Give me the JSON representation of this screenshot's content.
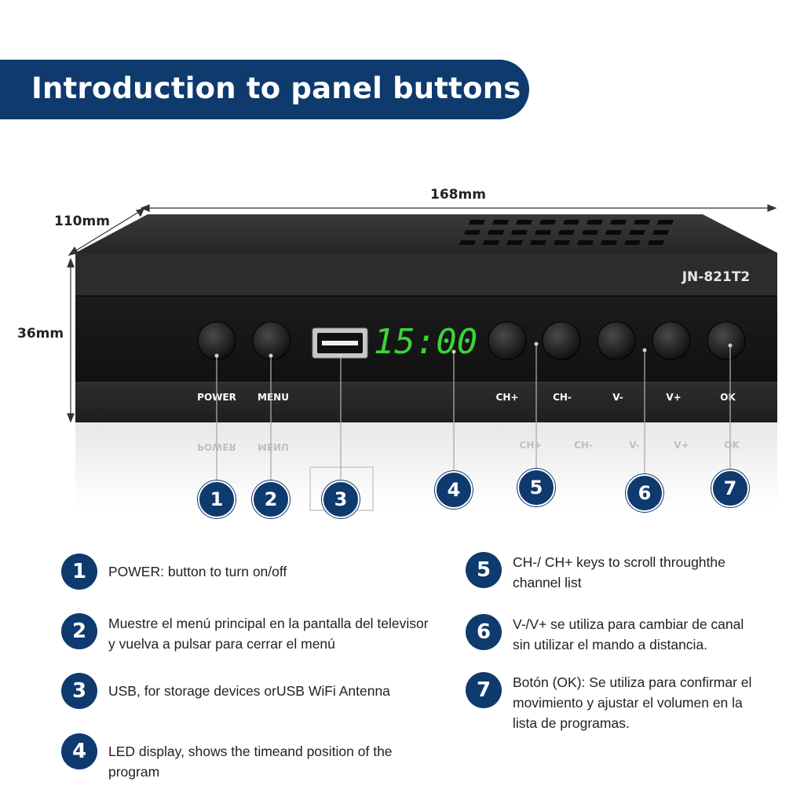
{
  "banner": {
    "title": "Introduction to panel buttons"
  },
  "dimensions": {
    "width": "168mm",
    "depth": "110mm",
    "height": "36mm"
  },
  "device": {
    "model": "JN-821T2",
    "display_time": "15:00",
    "display_color": "#3ad43a",
    "button_labels": {
      "power": "POWER",
      "menu": "MENU",
      "ch_plus": "CH+",
      "ch_minus": "CH-",
      "v_minus": "V-",
      "v_plus": "V+",
      "ok": "OK"
    }
  },
  "callouts": [
    "1",
    "2",
    "3",
    "4",
    "5",
    "6",
    "7"
  ],
  "legend": [
    {
      "num": "1",
      "text": "POWER: button to turn on/off"
    },
    {
      "num": "2",
      "text": "Muestre el menú principal en la pantalla del televisor y vuelva a pulsar para cerrar el menú"
    },
    {
      "num": "3",
      "text": "USB, for storage devices orUSB WiFi Antenna"
    },
    {
      "num": "4",
      "text": "LED display, shows the timeand position of the program"
    },
    {
      "num": "5",
      "text": "CH-/ CH+ keys to scroll throughthe channel list"
    },
    {
      "num": "6",
      "text": "V-/V+ se utiliza para cambiar de canal sin utilizar el mando a distancia."
    },
    {
      "num": "7",
      "text": "Botón (OK): Se utiliza para confirmar el movimiento y ajustar el volumen en la lista de programas."
    }
  ],
  "colors": {
    "accent": "#0e3a6e",
    "device_body": "#2a2a2a"
  }
}
